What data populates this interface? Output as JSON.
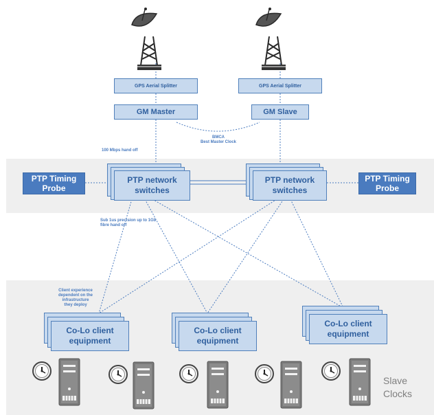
{
  "aerial_splitters": [
    "GPS Aerial Splitter",
    "GPS Aerial Splitter"
  ],
  "gm_master": "GM Master",
  "gm_slave": "GM Slave",
  "bmca": {
    "line1": "BMCA",
    "line2": "Best Master Clock"
  },
  "hand_off_label": "100 Mbps hand off",
  "switch_label": "PTP network switches",
  "probe_label": "PTP Timing Probe",
  "precision_label": {
    "line1": "Sub 1us precision up to 1Gb",
    "line2": "fibre hand off"
  },
  "client_experience_label": [
    "Client experience",
    "dependent on the",
    "infrastructure",
    "they deploy"
  ],
  "client_label": "Co-Lo client equipment",
  "slave_clocks_label": {
    "line1": "Slave",
    "line2": "Clocks"
  },
  "colors": {
    "accent": "#4a7bbf",
    "light_fill": "#c7d9ee",
    "band": "#efefef"
  },
  "icons": [
    "satellite-dish-icon",
    "clock-icon",
    "server-icon"
  ]
}
